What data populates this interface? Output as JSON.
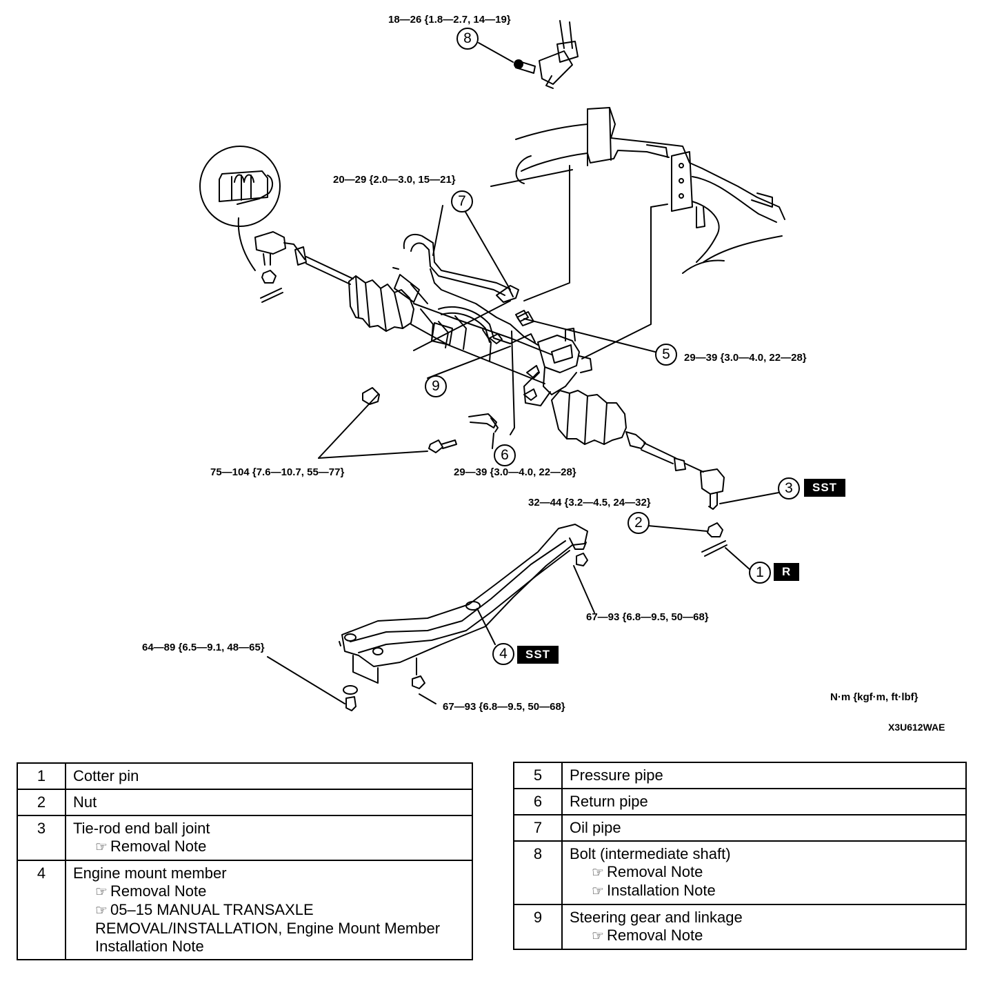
{
  "callouts": [
    "1",
    "2",
    "3",
    "4",
    "5",
    "6",
    "7",
    "8",
    "9"
  ],
  "tags": {
    "sst": "SST",
    "r": "R"
  },
  "torques": {
    "t8": "18—26 {1.8—2.7, 14—19}",
    "t_frame": "20—29 {2.0—3.0, 15—21}",
    "t5": "29—39 {3.0—4.0, 22—28}",
    "t_mount": "75—104 {7.6—10.7, 55—77}",
    "t6": "29—39 {3.0—4.0, 22—28}",
    "t2": "32—44 {3.2—4.5, 24—32}",
    "t_member_right": "67—93 {6.8—9.5, 50—68}",
    "t_member_left": "64—89 {6.5—9.1, 48—65}",
    "t_member_bottom": "67—93 {6.8—9.5, 50—68}"
  },
  "units": "N·m {kgf·m, ft·lbf}",
  "figure_code": "X3U612WAE",
  "note_icon": "pointing-hand-icon",
  "table_left": [
    {
      "num": "1",
      "name": "Cotter pin",
      "notes": []
    },
    {
      "num": "2",
      "name": "Nut",
      "notes": []
    },
    {
      "num": "3",
      "name": "Tie-rod end ball joint",
      "notes": [
        "Removal Note"
      ]
    },
    {
      "num": "4",
      "name": "Engine mount member",
      "notes": [
        "Removal Note",
        "05–15 MANUAL TRANSAXLE REMOVAL/INSTALLATION, Engine Mount Member Installation Note"
      ]
    }
  ],
  "table_right": [
    {
      "num": "5",
      "name": "Pressure pipe",
      "notes": []
    },
    {
      "num": "6",
      "name": "Return pipe",
      "notes": []
    },
    {
      "num": "7",
      "name": "Oil pipe",
      "notes": []
    },
    {
      "num": "8",
      "name": "Bolt (intermediate shaft)",
      "notes": [
        "Removal Note",
        "Installation Note"
      ]
    },
    {
      "num": "9",
      "name": "Steering gear and linkage",
      "notes": [
        "Removal Note"
      ]
    }
  ]
}
